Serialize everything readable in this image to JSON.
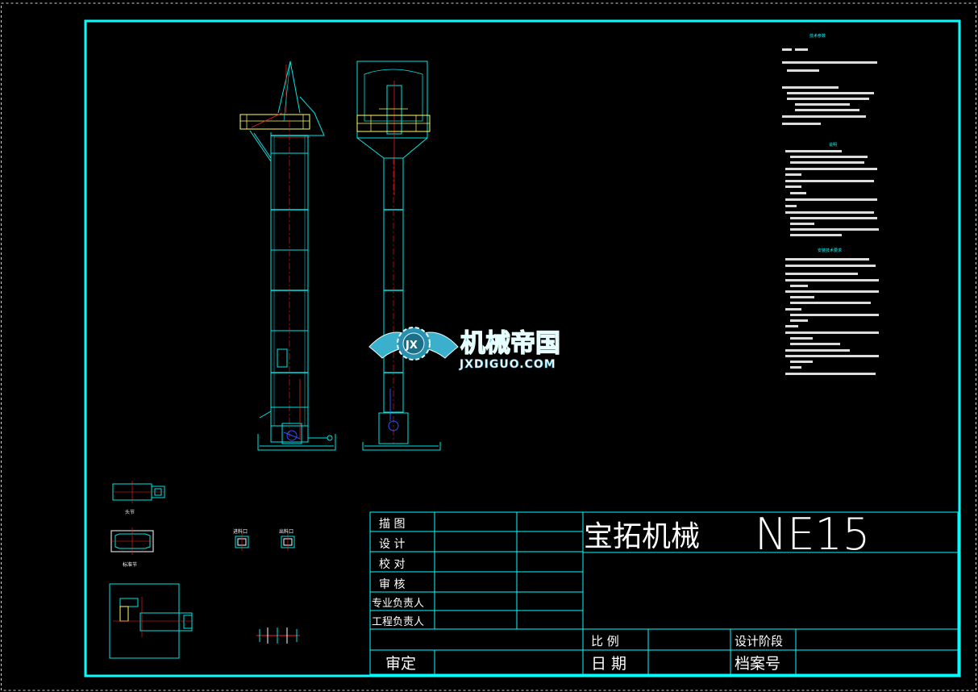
{
  "title_block": {
    "company": "宝拓机械",
    "model": "NE15",
    "rows": [
      {
        "label": "描  图"
      },
      {
        "label": "设  计"
      },
      {
        "label": "校  对"
      },
      {
        "label": "审  核"
      },
      {
        "label": "专业负责人"
      },
      {
        "label": "工程负责人"
      }
    ],
    "approve": "审定",
    "scale_label": "比  例",
    "date_label": "日  期",
    "stage_label": "设计阶段",
    "archive_label": "档案号"
  },
  "notes": {
    "heading": "技术参数",
    "explain_heading": "说明",
    "install_heading": "安装技术要求"
  },
  "views": {
    "head_section": "头节",
    "standard_section": "标准节",
    "inlet": "进料口",
    "outlet": "出料口"
  },
  "watermark": {
    "cn": "机械帝国",
    "en": "JXDIGUO.COM",
    "badge": "JX"
  },
  "colors": {
    "frame": "#00ffff",
    "line": "#00e5e5",
    "red": "#ff2020",
    "yellow": "#ffff60",
    "blue": "#3050ff",
    "white": "#ffffff",
    "bg": "#000000"
  }
}
